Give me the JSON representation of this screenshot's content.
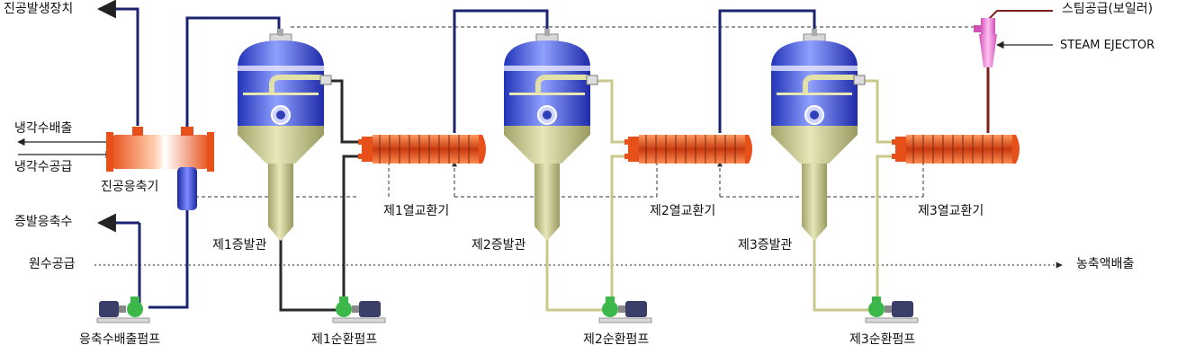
{
  "labels": {
    "vacuum_generator": "진공발생장치",
    "cooling_water_out": "냉각수배출",
    "cooling_water_in": "냉각수공급",
    "vacuum_condenser": "진공응축기",
    "evaporated_condensate": "증발응축수",
    "raw_water_supply": "원수공급",
    "condensate_pump": "응축수배출펌프",
    "evaporator_1": "제1증발관",
    "evaporator_2": "제2증발관",
    "evaporator_3": "제3증발관",
    "heat_exchanger_1": "제1열교환기",
    "heat_exchanger_2": "제2열교환기",
    "heat_exchanger_3": "제3열교환기",
    "circ_pump_1": "제1순환펌프",
    "circ_pump_2": "제2순환펌프",
    "circ_pump_3": "제3순환펌프",
    "steam_supply": "스팀공급(보일러)",
    "steam_ejector": "STEAM EJECTOR",
    "concentrate_out": "농축액배출"
  },
  "colors": {
    "vapor_pipe": "#1c2470",
    "liquid_pipe": "#c8c88a",
    "dark_pipe": "#2a2a2a",
    "steam_pipe": "#7a1f1f",
    "vessel_top": "#2f3fd0",
    "vessel_body": "#bdbd84",
    "exchanger": "#e85a20",
    "ejector": "#e070c8",
    "pump_green": "#3cb84a",
    "motor": "#3a3f6a"
  }
}
